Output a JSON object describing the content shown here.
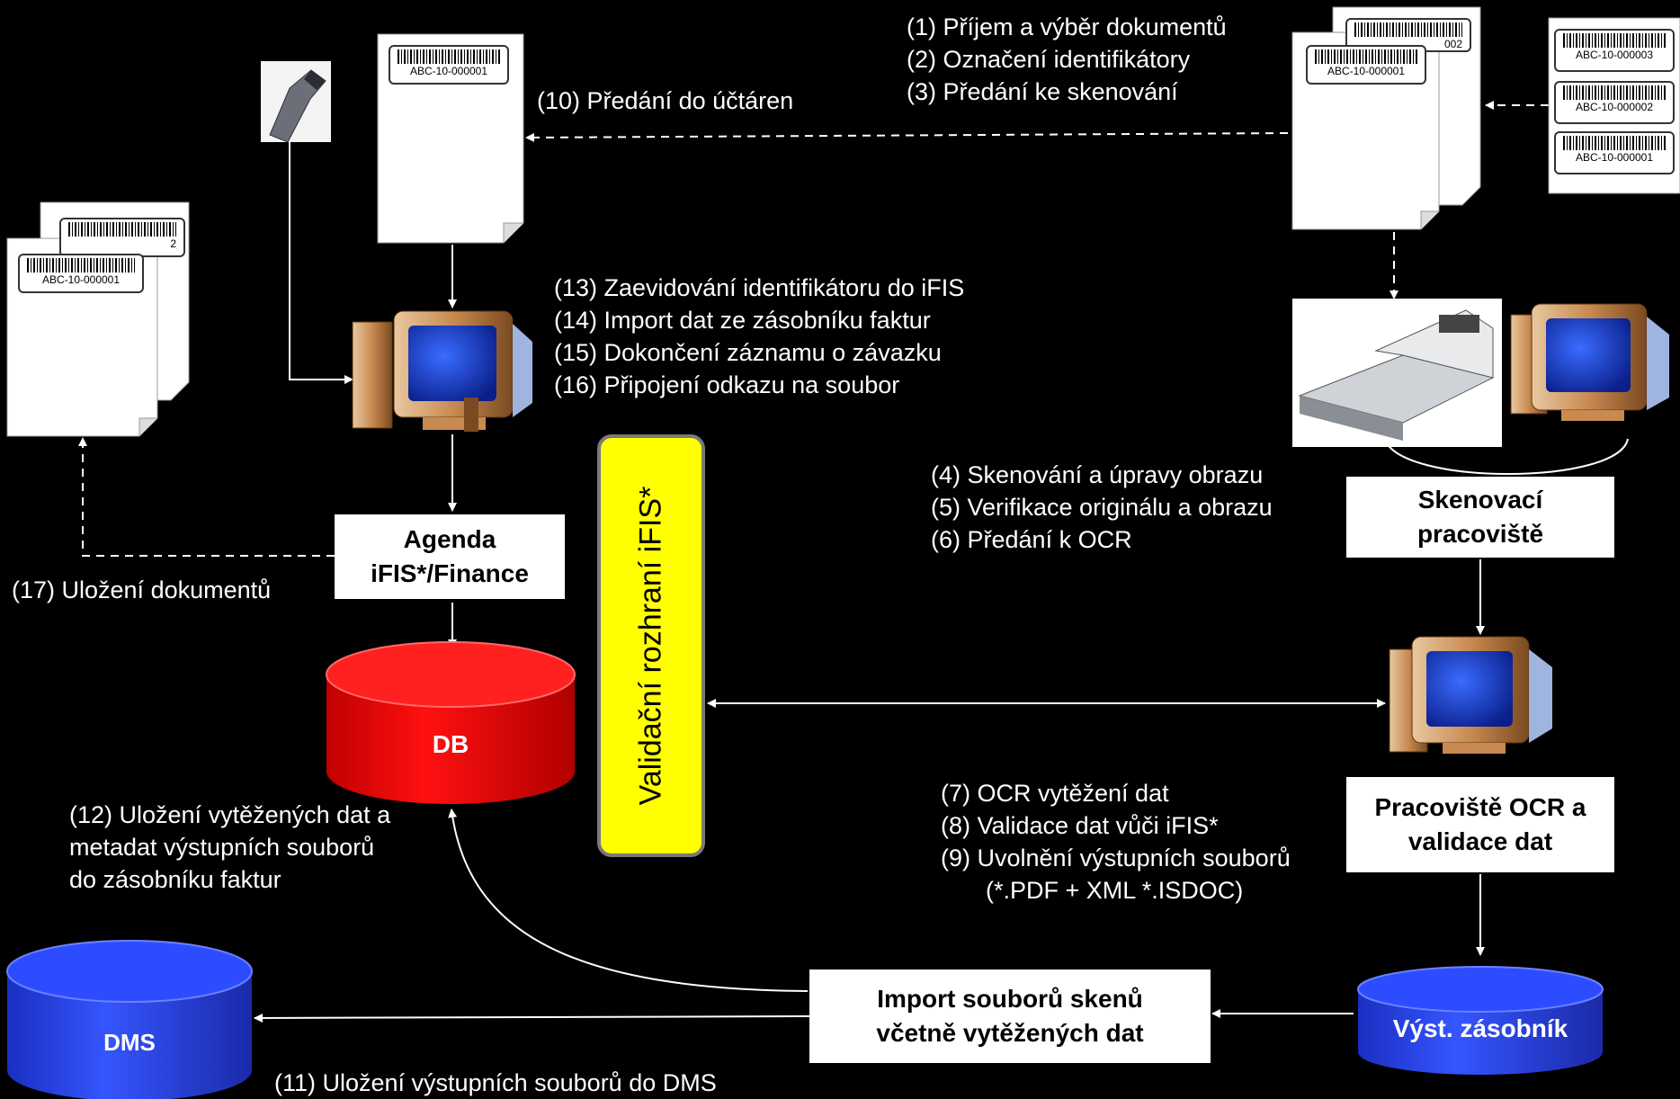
{
  "steps_top": [
    "(1) Příjem a výběr dokumentů",
    "(2) Označení identifikátory",
    "(3) Předání ke skenování"
  ],
  "step_10": "(10) Předání do účtáren",
  "steps_ifis": [
    "(13) Zaevidování identifikátoru do iFIS",
    "(14) Import dat ze zásobníku faktur",
    "(15) Dokončení záznamu  o závazku",
    "(16) Připojení odkazu na soubor"
  ],
  "steps_scan": [
    "(4) Skenování a úpravy obrazu",
    "(5) Verifikace originálu a obrazu",
    "(6) Předání k OCR"
  ],
  "steps_ocr": [
    "(7) OCR vytěžení dat",
    "(8) Validace dat vůči iFIS*",
    "(9) Uvolnění výstupních souborů",
    "(*.PDF + XML *.ISDOC)"
  ],
  "step_17": "(17) Uložení dokumentů",
  "step_12": [
    "(12) Uložení vytěžených dat a",
    "metadat výstupních souborů",
    "do zásobníku faktur"
  ],
  "step_11": "(11) Uložení výstupních souborů do DMS",
  "agenda_box": [
    "Agenda",
    "iFIS*/Finance"
  ],
  "scan_box": [
    "Skenovací",
    "pracoviště"
  ],
  "ocr_box": [
    "Pracoviště OCR a",
    "validace dat"
  ],
  "import_box": [
    "Import  souborů skenů",
    "včetně vytěžených dat"
  ],
  "validation_interface": "Validační rozhraní iFIS*",
  "db_label": "DB",
  "dms_label": "DMS",
  "vyst_label": "Výst. zásobník",
  "barcodes": {
    "id1": "ABC-10-000001",
    "id2": "ABC-10-000002",
    "id3": "ABC-10-000003",
    "partial2": "002",
    "partial2b": "2"
  },
  "colors": {
    "db": "#ff0000",
    "dms": "#2244ee",
    "vyst": "#2255ee",
    "validation": "#ffff00",
    "monitor_case": "#c88a50",
    "monitor_screen": "#1a3fd0"
  }
}
